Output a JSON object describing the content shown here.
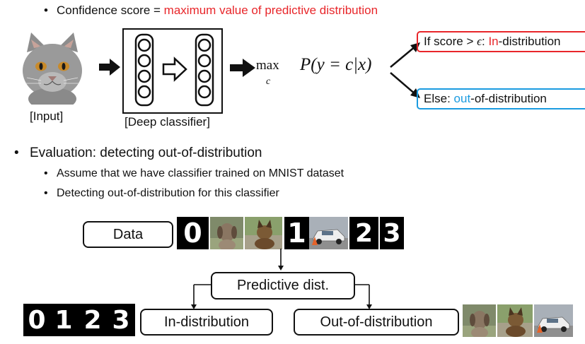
{
  "top_bullet": {
    "prefix": "Confidence score = ",
    "highlight": "maximum value of predictive distribution"
  },
  "pipeline": {
    "input_label": "[Input]",
    "classifier_label": "[Deep classifier]",
    "formula": {
      "op": "max",
      "sub": "c",
      "expr": "P(y = c|x)"
    },
    "in_box": {
      "prefix": "If score > ",
      "epsilon": "ϵ",
      "colon": ": ",
      "colored": "In",
      "suffix": "-distribution"
    },
    "out_box": {
      "prefix": "Else: ",
      "colored": "out",
      "suffix": "-of-distribution"
    }
  },
  "evaluation": {
    "main": "Evaluation: detecting out-of-distribution",
    "sub1": "Assume that we have classifier trained on MNIST dataset",
    "sub2": "Detecting out-of-distribution for this classifier"
  },
  "flow": {
    "data_label": "Data",
    "data_digits": [
      "0",
      "1",
      "2",
      "3"
    ],
    "predictive_label": "Predictive dist.",
    "in_label": "In-distribution",
    "out_label": "Out-of-distribution",
    "in_digits": [
      "0",
      "1",
      "2",
      "3"
    ]
  },
  "colors": {
    "red": "#e8262a",
    "blue": "#1a9be0",
    "black": "#111111"
  }
}
